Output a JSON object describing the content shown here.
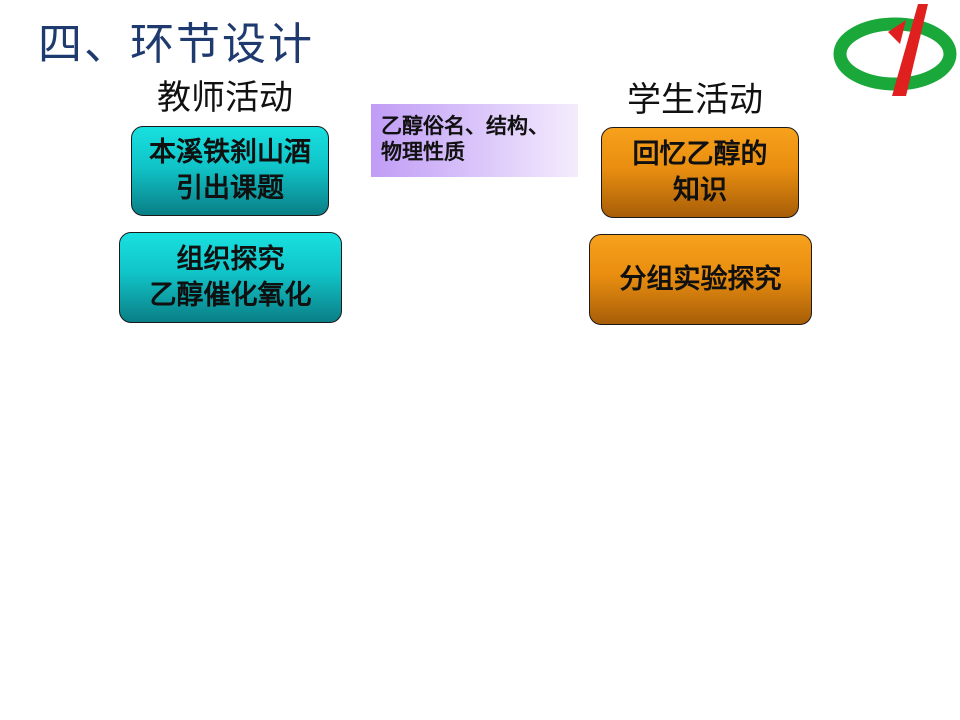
{
  "slide": {
    "title": "四、环节设计",
    "teacher_heading": "教师活动",
    "student_heading": "学生活动",
    "teacher_boxes": [
      {
        "line1": "本溪铁刹山酒",
        "line2": "引出课题"
      },
      {
        "line1": "组织探究",
        "line2": "乙醇催化氧化"
      }
    ],
    "student_boxes": [
      {
        "line1": "回忆乙醇的",
        "line2": "知识"
      },
      {
        "line1": "分组实验探究",
        "line2": ""
      }
    ],
    "middle_box": {
      "line1": "乙醇俗名、结构、",
      "line2": "物理性质"
    },
    "colors": {
      "title": "#1f3a6e",
      "teal": "#10c4c8",
      "orange": "#e98e10",
      "purple": "#c09cf6",
      "logo_green": "#1aa83a",
      "logo_red": "#e0201e"
    },
    "logo_icon": "school-emblem"
  }
}
